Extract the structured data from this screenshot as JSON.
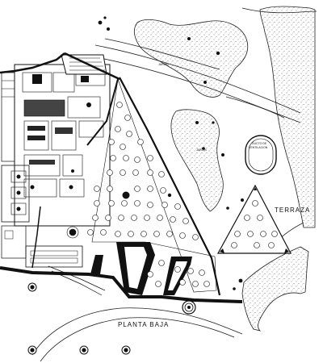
{
  "labels": {
    "terraza": "TERRAZA",
    "planta_baja": "PLANTA  BAJA",
    "jardin_1": "JARDIN",
    "jardin_2": "JARDIN",
    "ducto": "DUCTO DE",
    "ventilacion": "VENTILACION"
  }
}
